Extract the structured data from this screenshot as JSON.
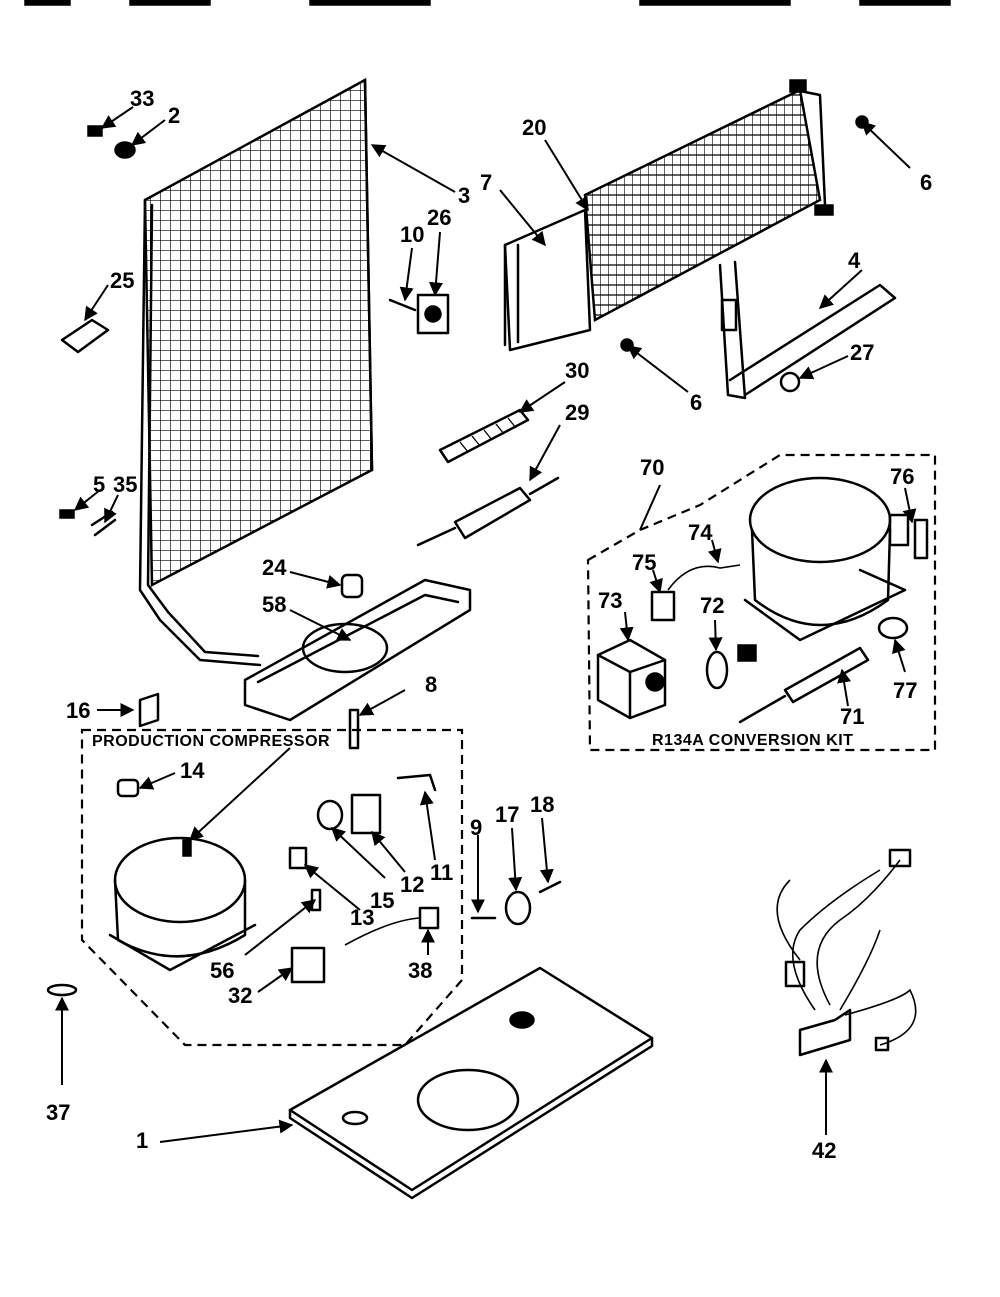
{
  "labels": {
    "production_compressor": "PRODUCTION COMPRESSOR",
    "conversion_kit": "R134A CONVERSION KIT"
  },
  "part_numbers": {
    "p33": "33",
    "p2": "2",
    "p3": "3",
    "p26": "26",
    "p10": "10",
    "p25": "25",
    "p5": "5",
    "p35": "35",
    "p24": "24",
    "p58": "58",
    "p8a": "8",
    "p16": "16",
    "p20": "20",
    "p7": "7",
    "p6a": "6",
    "p6b": "6",
    "p4": "4",
    "p27": "27",
    "p30": "30",
    "p29": "29",
    "p70": "70",
    "p76": "76",
    "p74": "74",
    "p75": "75",
    "p73": "73",
    "p72": "72",
    "p77": "77",
    "p71": "71",
    "p14": "14",
    "p15": "15",
    "p11": "11",
    "p12": "12",
    "p13": "13",
    "p56": "56",
    "p32": "32",
    "p38": "38",
    "p9": "9",
    "p17": "17",
    "p18": "18",
    "p37": "37",
    "p1": "1",
    "p42": "42"
  }
}
